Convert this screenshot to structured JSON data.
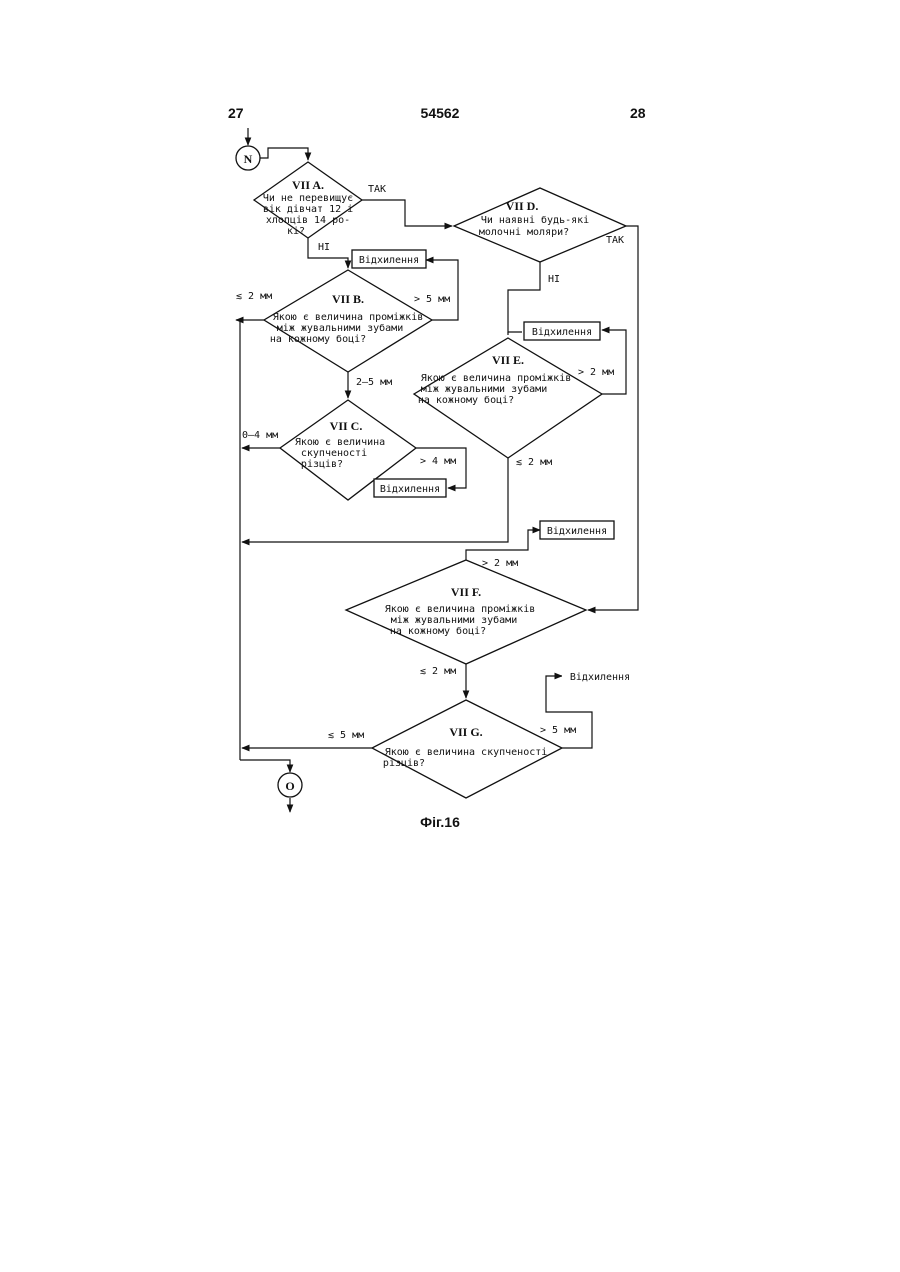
{
  "header": {
    "page_left": "27",
    "doc_number": "54562",
    "page_right": "28"
  },
  "connectors": {
    "start": "N",
    "end": "O"
  },
  "nodes": {
    "A": {
      "title": "VII A.",
      "lines": [
        "Чи не перевищує",
        "вік дівчат 12 і",
        "хлопців 14 ро-",
        "кі?"
      ]
    },
    "B": {
      "title": "VII B.",
      "lines": [
        "Якою є величина проміжків",
        "між жувальними зубами",
        "на кожному боці?"
      ]
    },
    "C": {
      "title": "VII C.",
      "lines": [
        "Якою є величина",
        "скупченості",
        "різців?"
      ]
    },
    "D": {
      "title": "VII D.",
      "lines": [
        "Чи наявні будь-які",
        "молочні моляри?"
      ]
    },
    "E": {
      "title": "VII E.",
      "lines": [
        "Якою є величина проміжків",
        "між жувальними зубами",
        "на кожному боці?"
      ]
    },
    "F": {
      "title": "VII F.",
      "lines": [
        "Якою є величина проміжків",
        "між жувальними зубами",
        "на кожному боці?"
      ]
    },
    "G": {
      "title": "VII G.",
      "lines": [
        "Якою є величина скупченості",
        "різців?"
      ]
    }
  },
  "outcome_boxes": {
    "b1": "Відхилення",
    "b2": "Відхилення",
    "b3": "Відхилення",
    "b4": "Відхилення",
    "b5": "Відхилення"
  },
  "edge_labels": {
    "a_yes": "ТАК",
    "a_no": "НІ",
    "d_yes": "ТАК",
    "d_no": "НІ",
    "b_left": "≲ 2 мм",
    "b_right": "> 5 мм",
    "b_down": "2–5 мм",
    "c_left": "0–4 мм",
    "c_right": "> 4 мм",
    "e_right": "> 2 мм",
    "e_down": "≲ 2 мм",
    "f_up": "> 2 мм",
    "f_down": "≲ 2 мм",
    "g_left": "≲ 5 мм",
    "g_right": "> 5 мм"
  },
  "caption": "Фіг.16"
}
